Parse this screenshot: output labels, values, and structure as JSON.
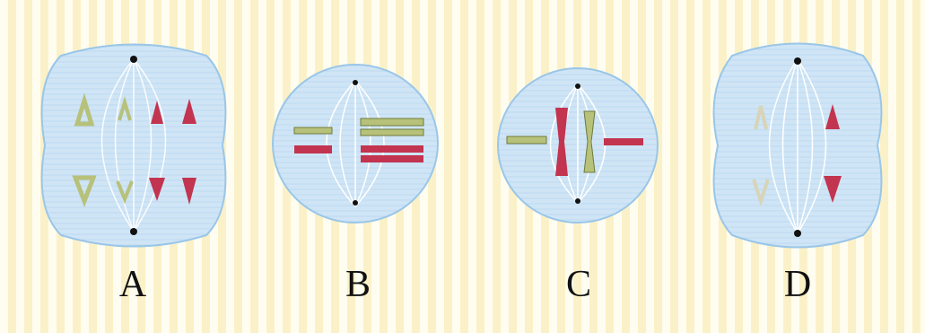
{
  "labels": {
    "a": "A",
    "b": "B",
    "c": "C",
    "d": "D"
  },
  "colors": {
    "cell_fill": "#cbe3f5",
    "cell_edge": "#8fc0e6",
    "chromosome_red": "#c2344f",
    "chromosome_green": "#b3c97a",
    "spindle": "#ffffff",
    "pole": "#111111"
  }
}
